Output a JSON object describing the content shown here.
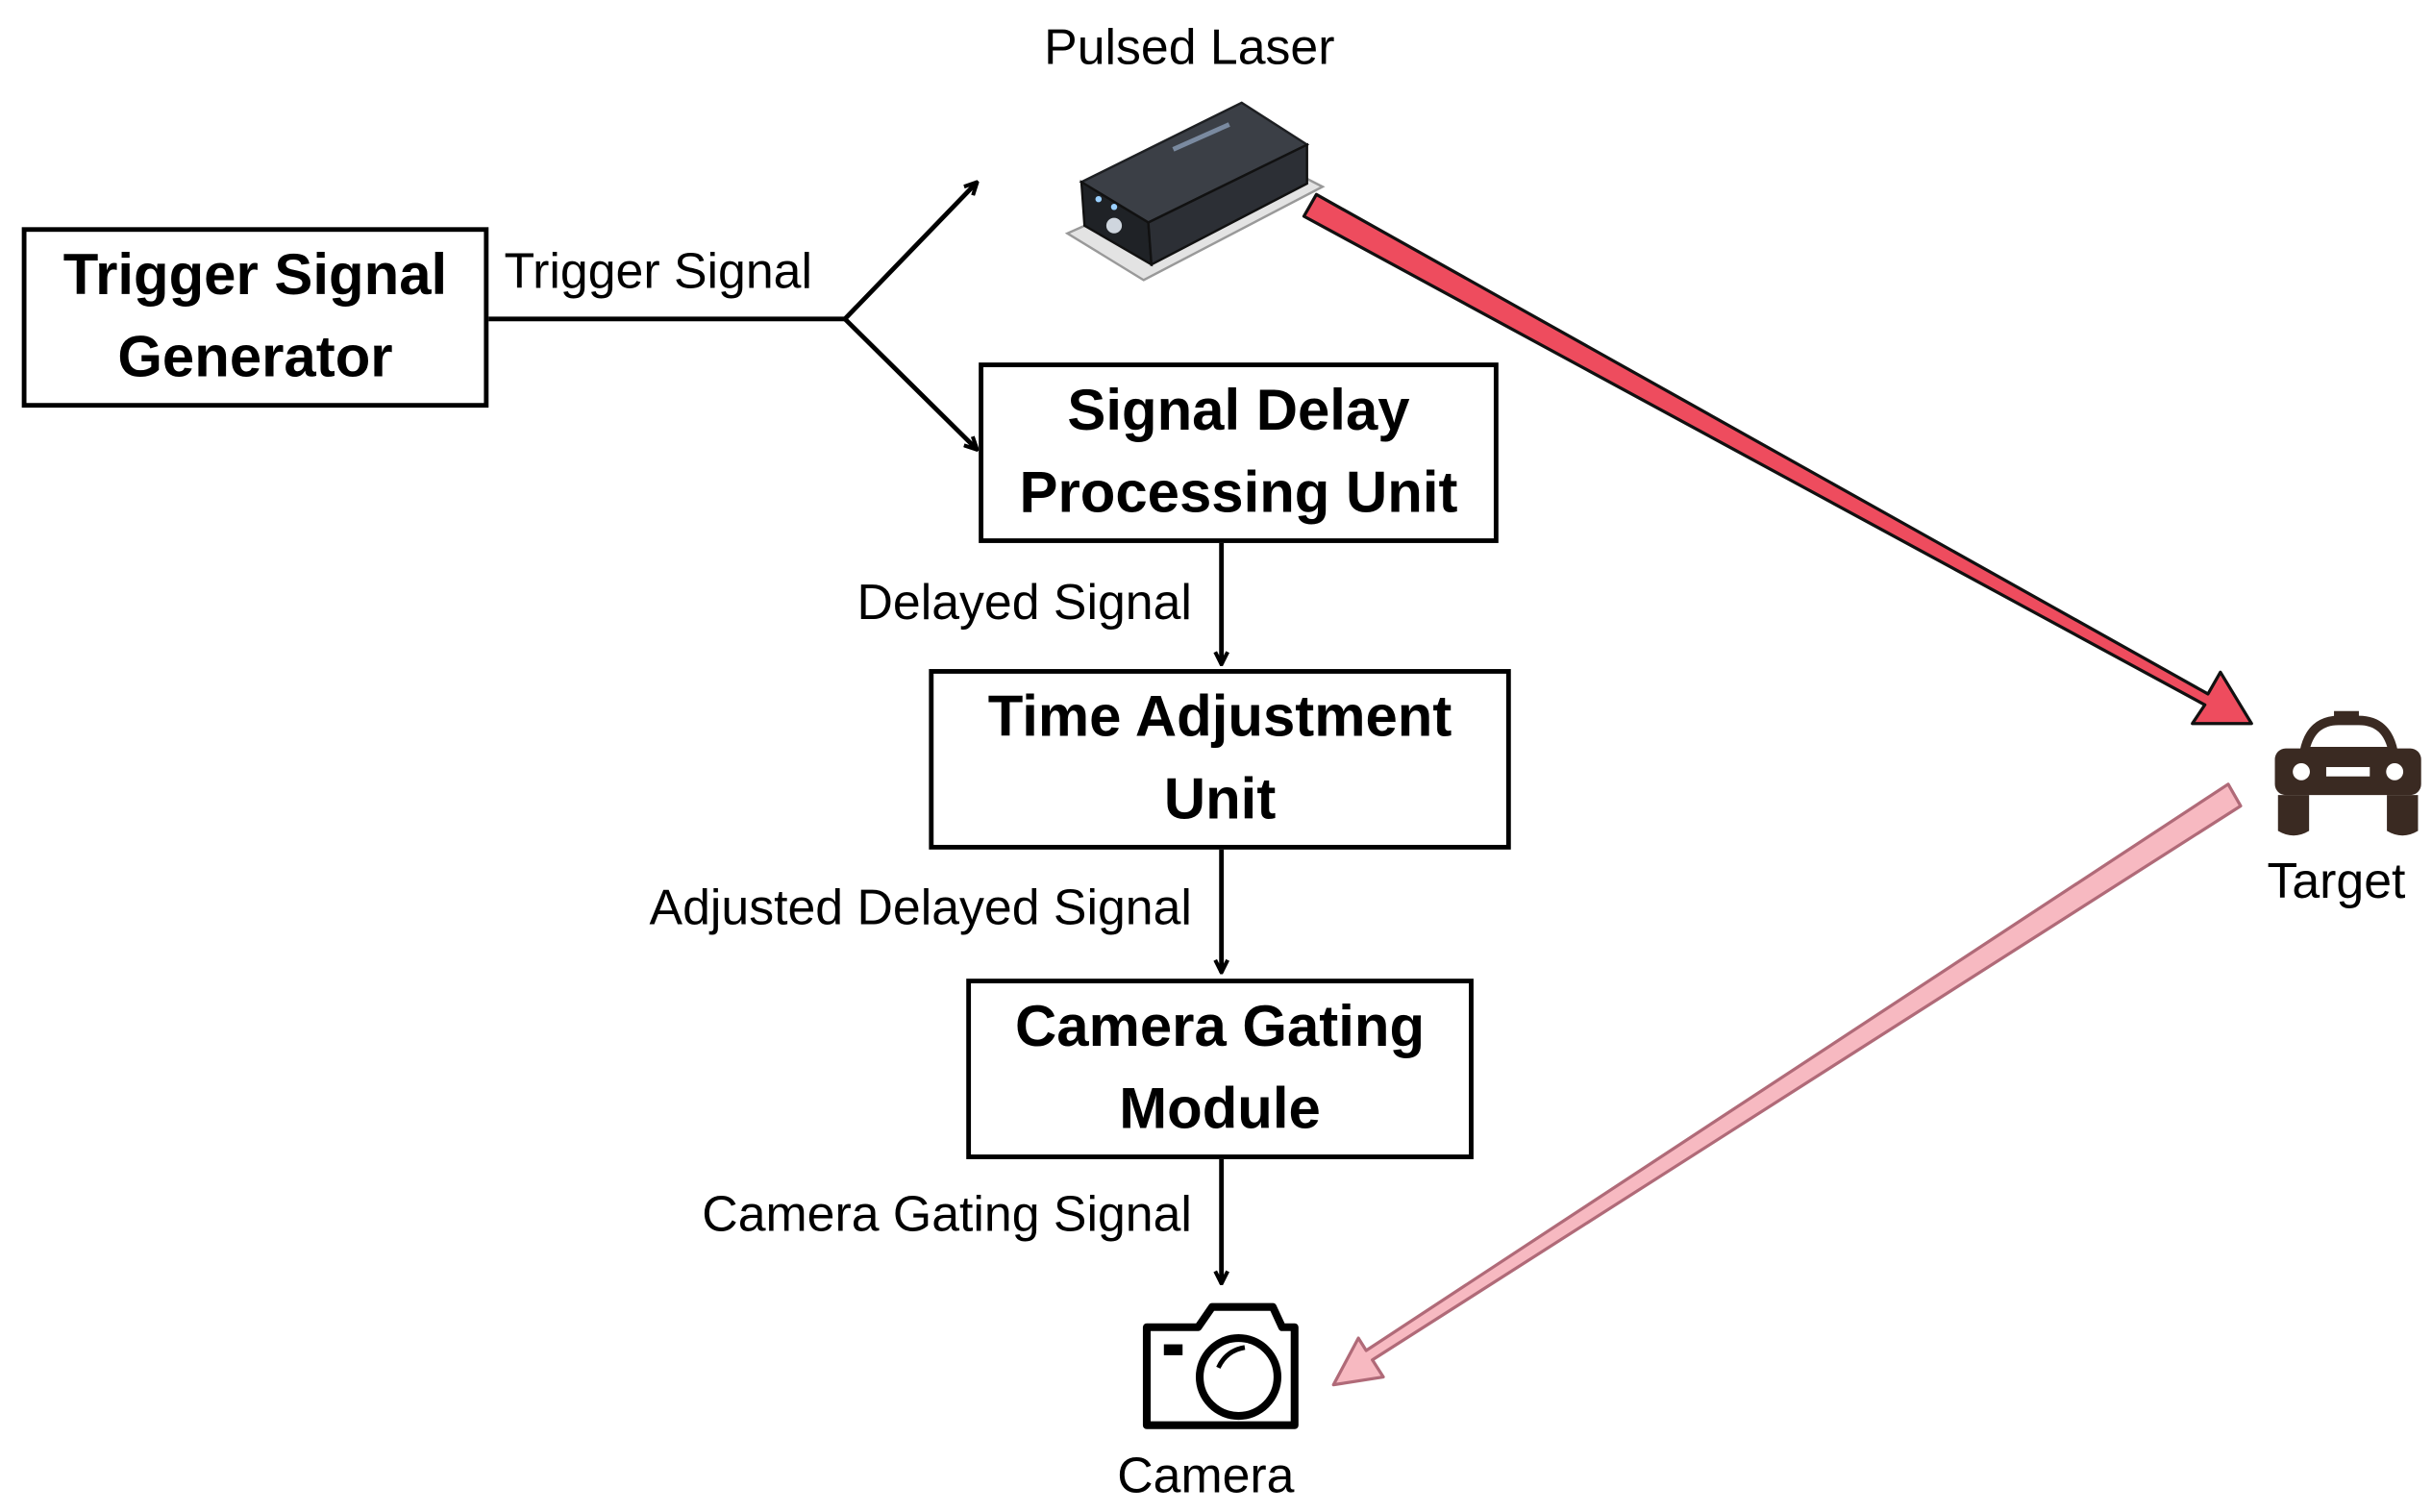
{
  "blocks": {
    "trigger_generator": "Trigger Signal Generator",
    "signal_delay_unit": "Signal Delay Processing Unit",
    "time_adjustment_unit": "Time Adjustment Unit",
    "camera_gating_module": "Camera Gating Module"
  },
  "signals": {
    "trigger_signal": "Trigger Signal",
    "delayed_signal": "Delayed Signal",
    "adjusted_delayed_signal": "Adjusted Delayed Signal",
    "camera_gating_signal": "Camera Gating Signal"
  },
  "devices": {
    "pulsed_laser": "Pulsed Laser",
    "target": "Target",
    "camera": "Camera"
  },
  "icons": {
    "laser": "pulsed-laser-device-icon",
    "target": "car-icon",
    "camera": "camera-icon"
  },
  "colors": {
    "outgoing_beam": "#ee4c5e",
    "reflected_beam": "#f7b9c1",
    "outline": "#000000"
  }
}
